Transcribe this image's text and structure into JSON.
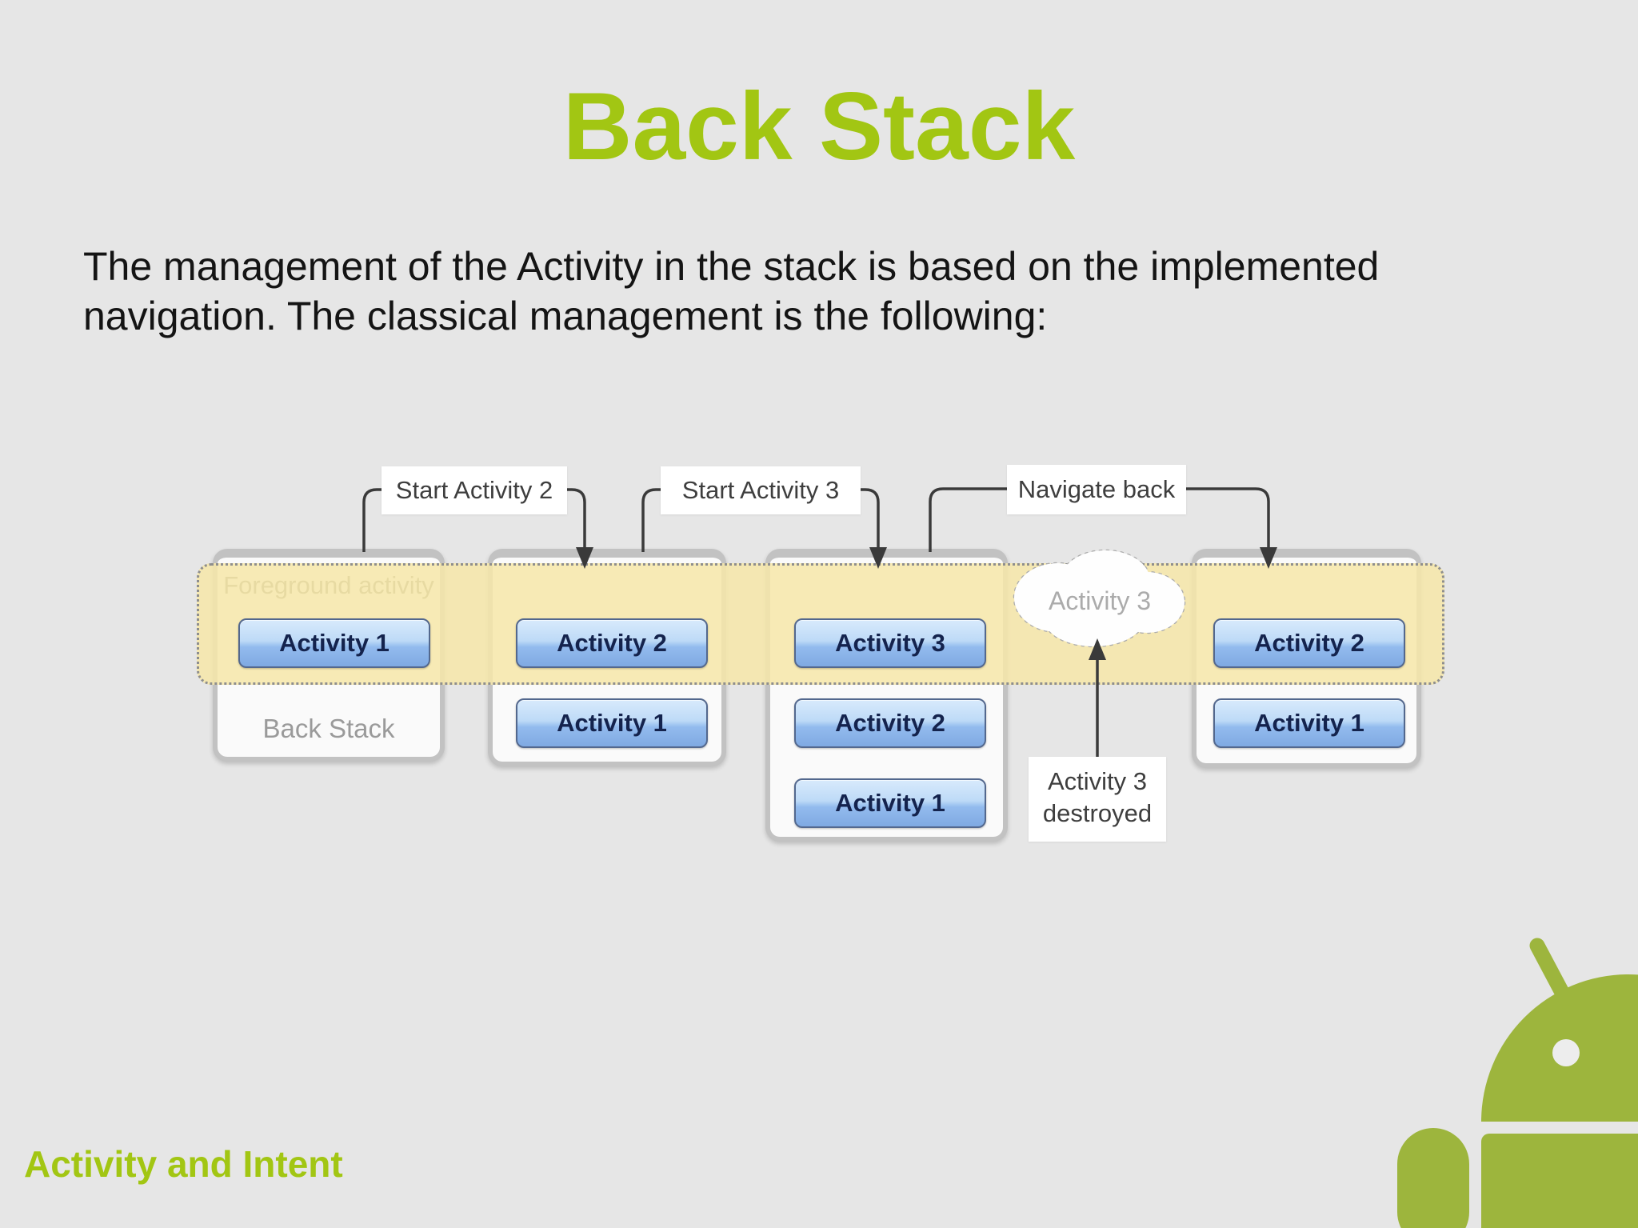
{
  "slide": {
    "title": "Back Stack",
    "intro": "The management of the Activity in the stack is based on the implemented\nnavigation. The classical management is the following:",
    "footer": "Activity and Intent"
  },
  "colors": {
    "background": "#E6E6E6",
    "accent_green": "#A2C613",
    "robot_green": "#9DB53D",
    "band_yellow": "#F6E7AA",
    "button_blue_top": "#D8EAFC",
    "button_blue_bottom": "#7FA9E2",
    "button_text_navy": "#14234D",
    "connector_gray": "#3A3A3A"
  },
  "diagram": {
    "flow_labels": [
      {
        "label": "Start Activity 2"
      },
      {
        "label": "Start Activity 3"
      },
      {
        "label": "Navigate back"
      }
    ],
    "foreground_label": "Foreground activity",
    "backstack_label": "Back Stack",
    "cloud_label": "Activity 3",
    "destroyed_label": "Activity 3\ndestroyed",
    "stacks": [
      {
        "activities": [
          "Activity 1"
        ]
      },
      {
        "activities": [
          "Activity 2",
          "Activity 1"
        ]
      },
      {
        "activities": [
          "Activity 3",
          "Activity 2",
          "Activity 1"
        ]
      },
      {
        "activities": [
          "Activity 2",
          "Activity 1"
        ]
      }
    ]
  },
  "logo": "android-robot"
}
